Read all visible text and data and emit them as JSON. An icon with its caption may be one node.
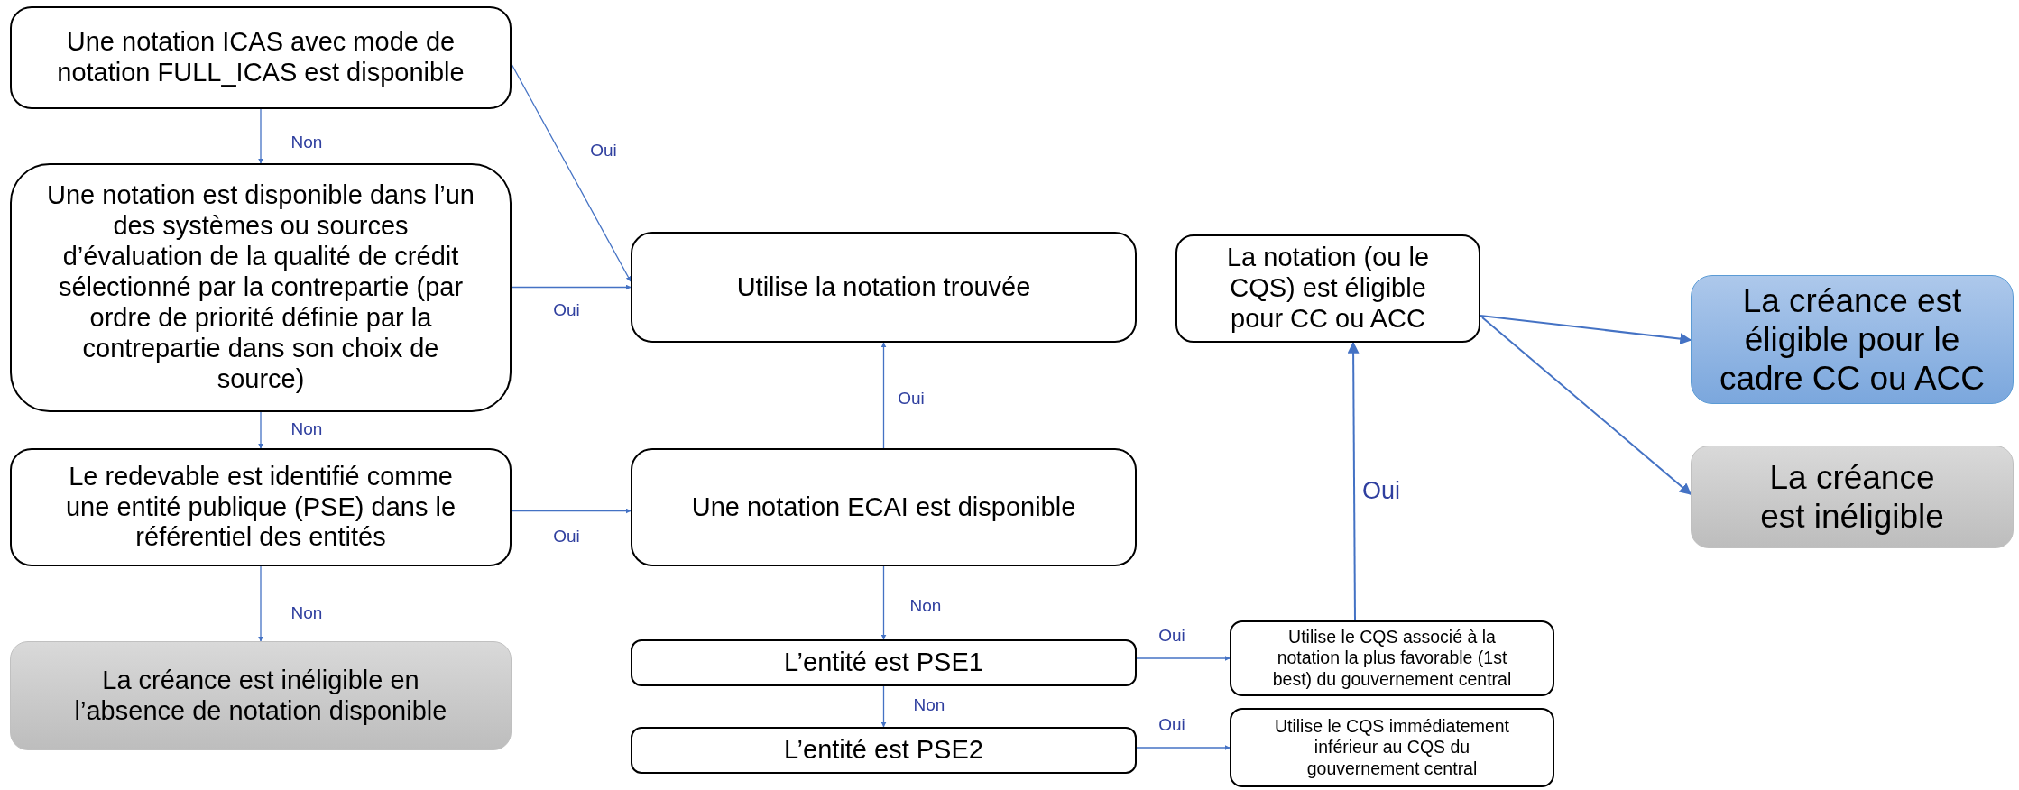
{
  "diagram": {
    "nodes": [
      {
        "text": [
          "Une notation ICAS avec mode de notation FULL_ICAS est disponible"
        ]
      },
      {
        "text": [
          "Une notation est disponible dans l’un des systèmes ou sources d’évaluation de la qualité de crédit sélectionné par la contrepartie (par ordre de priorité définie par la contrepartie dans son choix de source)"
        ]
      },
      {
        "text": [
          "Le redevable est identifié comme une entité publique (PSE) dans le référentiel des entités"
        ]
      },
      {
        "text": [
          "La créance est inéligible en l’absence de notation disponible"
        ]
      },
      {
        "text": [
          "Utilise la notation trouvée"
        ]
      },
      {
        "text": [
          "Une notation ECAI est disponible"
        ]
      },
      {
        "text": [
          "L’entité est PSE1"
        ]
      },
      {
        "text": [
          "L’entité est PSE2"
        ]
      },
      {
        "text": [
          "La notation (ou le CQS) est éligible pour CC ou ACC"
        ]
      },
      {
        "text": [
          "Utilise le CQS associé à la notation la plus favorable (1st best) du gouvernement central"
        ]
      },
      {
        "text": [
          "Utilise le CQS immédiatement inférieur au CQS du gouvernement central"
        ]
      },
      {
        "text": [
          "La créance est éligible pour le cadre CC ou ACC"
        ]
      },
      {
        "text": [
          "La créance est inéligible"
        ]
      }
    ],
    "edges": [
      {
        "from": 0,
        "to": 1,
        "arrow": "to",
        "label": "Non"
      },
      {
        "from": 0,
        "to": 4,
        "arrow": "to",
        "label": "Oui"
      },
      {
        "from": 1,
        "to": 4,
        "arrow": "to",
        "label": "Oui"
      },
      {
        "from": 1,
        "to": 2,
        "arrow": "to",
        "label": "Non"
      },
      {
        "from": 2,
        "to": 5,
        "arrow": "to",
        "label": "Oui"
      },
      {
        "from": 2,
        "to": 3,
        "arrow": "to",
        "label": "Non"
      },
      {
        "from": 5,
        "to": 4,
        "arrow": "to",
        "label": "Oui"
      },
      {
        "from": 5,
        "to": 6,
        "arrow": "to",
        "label": "Non"
      },
      {
        "from": 6,
        "to": 7,
        "arrow": "to",
        "label": "Non"
      },
      {
        "from": 6,
        "to": 9,
        "arrow": "to",
        "label": "Oui"
      },
      {
        "from": 7,
        "to": 10,
        "arrow": "to",
        "label": "Oui"
      },
      {
        "from": 9,
        "to": 8,
        "arrow": "to",
        "label": "Oui"
      },
      {
        "from": 8,
        "to": 11,
        "arrow": "to"
      },
      {
        "from": 8,
        "to": 12,
        "arrow": "to"
      }
    ]
  }
}
